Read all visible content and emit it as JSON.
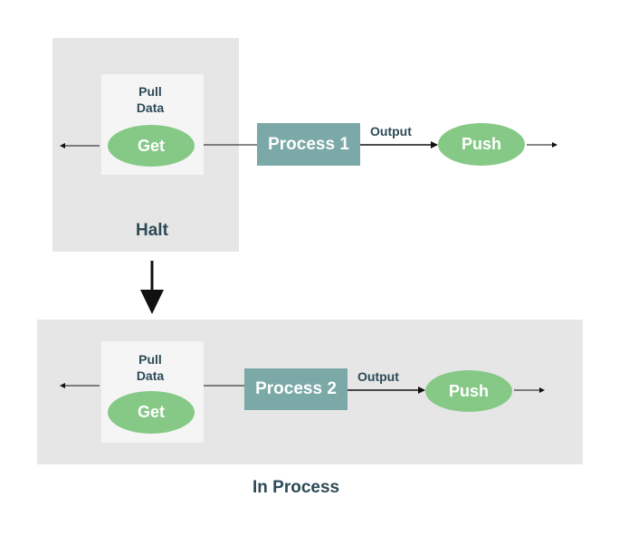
{
  "top": {
    "pull_line1": "Pull",
    "pull_line2": "Data",
    "get_label": "Get",
    "process_label": "Process 1",
    "output_label": "Output",
    "push_label": "Push",
    "state_label": "Halt"
  },
  "bottom": {
    "pull_line1": "Pull",
    "pull_line2": "Data",
    "get_label": "Get",
    "process_label": "Process 2",
    "output_label": "Output",
    "push_label": "Push",
    "state_label": "In Process"
  },
  "colors": {
    "panel": "#e6e6e6",
    "inner_box": "#f5f5f5",
    "ellipse": "#86c987",
    "process_box": "#7ba9a8",
    "text": "#2d4a57",
    "arrow": "#111111"
  }
}
